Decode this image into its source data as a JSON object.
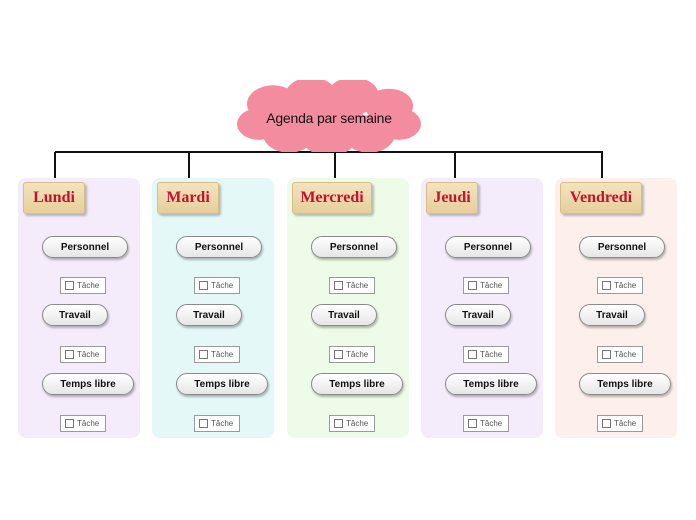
{
  "title": "Agenda par semaine",
  "colors": {
    "root_fill": "#f48ca0",
    "day_text": "#c8102e",
    "columns": [
      "#f4ebfb",
      "#e4f8f8",
      "#eefbe8",
      "#f4ebfb",
      "#fdf0ec"
    ]
  },
  "days": [
    {
      "name": "Lundi",
      "categories": [
        {
          "label": "Personnel",
          "task": "Tâche"
        },
        {
          "label": "Travail",
          "task": "Tâche"
        },
        {
          "label": "Temps libre",
          "task": "Tâche"
        }
      ]
    },
    {
      "name": "Mardi",
      "categories": [
        {
          "label": "Personnel",
          "task": "Tâche"
        },
        {
          "label": "Travail",
          "task": "Tâche"
        },
        {
          "label": "Temps libre",
          "task": "Tâche"
        }
      ]
    },
    {
      "name": "Mercredi",
      "categories": [
        {
          "label": "Personnel",
          "task": "Tâche"
        },
        {
          "label": "Travail",
          "task": "Tâche"
        },
        {
          "label": "Temps libre",
          "task": "Tâche"
        }
      ]
    },
    {
      "name": "Jeudi",
      "categories": [
        {
          "label": "Personnel",
          "task": "Tâche"
        },
        {
          "label": "Travail",
          "task": "Tâche"
        },
        {
          "label": "Temps libre",
          "task": "Tâche"
        }
      ]
    },
    {
      "name": "Vendredi",
      "categories": [
        {
          "label": "Personnel",
          "task": "Tâche"
        },
        {
          "label": "Travail",
          "task": "Tâche"
        },
        {
          "label": "Temps libre",
          "task": "Tâche"
        }
      ]
    }
  ],
  "icons": {
    "checkbox": "checkbox-icon"
  }
}
